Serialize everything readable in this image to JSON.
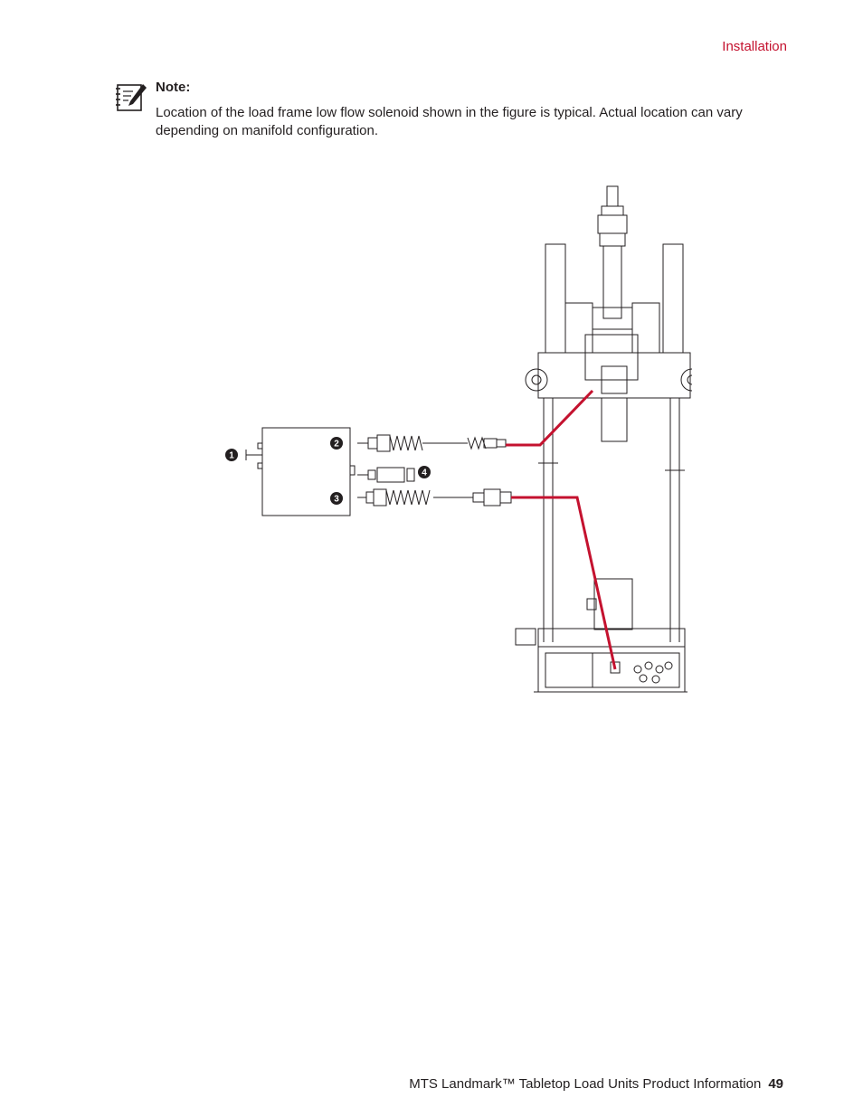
{
  "header": {
    "section": "Installation"
  },
  "note": {
    "icon": "note-pencil-icon",
    "label": "Note:",
    "text": "Location of the load frame low flow solenoid shown in the figure is typical. Actual location can vary depending on manifold configuration."
  },
  "figure": {
    "callouts": [
      "1",
      "2",
      "3",
      "4"
    ],
    "accent_color": "#c4122f"
  },
  "footer": {
    "title": "MTS Landmark™ Tabletop Load Units Product Information",
    "page": "49"
  }
}
